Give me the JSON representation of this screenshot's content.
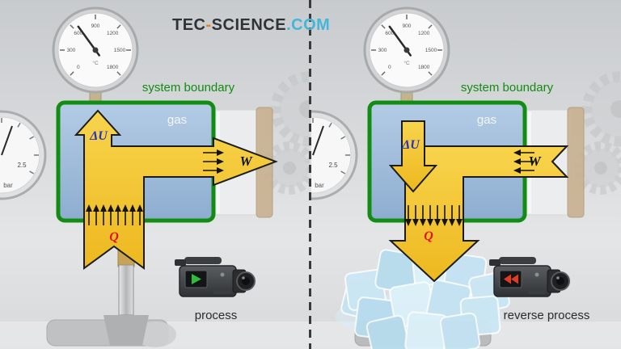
{
  "logo": {
    "part1": "TEC",
    "dash": "-",
    "part2": "SCIENCE",
    "part3": ".COM"
  },
  "temperature_gauge": {
    "unit": "°C",
    "ticks": [
      "0",
      "300",
      "600",
      "900",
      "1200",
      "1500",
      "1800"
    ]
  },
  "pressure_gauge": {
    "value": "2.5",
    "unit": "bar"
  },
  "left_panel": {
    "system_boundary_label": "system boundary",
    "gas_label": "gas",
    "internal_energy_label": "ΔU",
    "work_label": "W",
    "heat_label": "Q",
    "caption": "process"
  },
  "right_panel": {
    "system_boundary_label": "system boundary",
    "gas_label": "gas",
    "internal_energy_label": "ΔU",
    "work_label": "W",
    "heat_label": "Q",
    "caption": "reverse process"
  },
  "colors": {
    "boundary_green": "#128c12",
    "gas_blue": "#9cb9d6",
    "arrow_yellow": "#f2c52d",
    "delta_u_blue": "#2433c4",
    "heat_red": "#e11212",
    "logo_orange": "#f07d12",
    "logo_blue": "#43b6d9"
  }
}
